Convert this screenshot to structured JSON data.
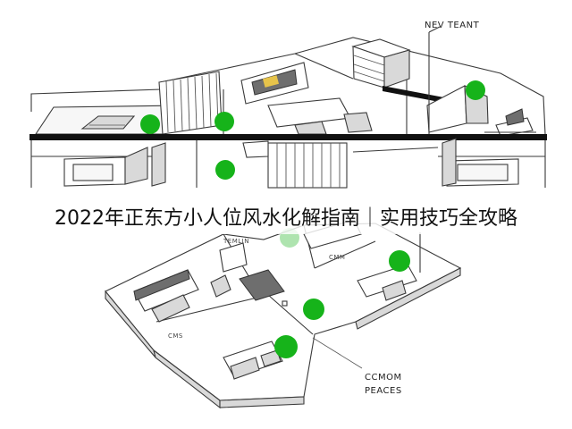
{
  "title": "2022年正东方小人位风水化解指南｜实用技巧全攻略",
  "labels": {
    "new_tenant": "NEV TEANT",
    "templn": "TEMLIN",
    "cmm": "CMM",
    "cms": "CMS",
    "common_line1": "CCMOM",
    "common_line2": "PEACES"
  },
  "colors": {
    "marker": "#16b31a",
    "beam": "#111111",
    "line": "#3a3a3a"
  }
}
